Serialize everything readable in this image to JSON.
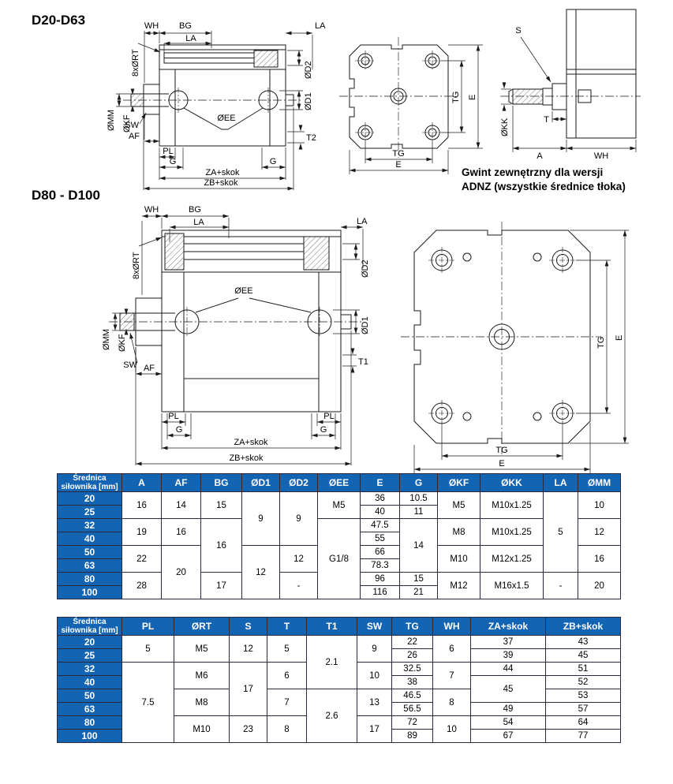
{
  "page": {
    "title_top": "D20-D63",
    "title_bottom": "D80 - D100",
    "note_line1": "Gwint zewnętrzny dla wersji",
    "note_line2": "ADNZ (wszystkie średnice tłoka)"
  },
  "colors": {
    "table_header": "#1464b4"
  },
  "labels": {
    "wh": "WH",
    "bg": "BG",
    "la": "LA",
    "rt": "8xØRT",
    "d2": "ØD2",
    "d1": "ØD1",
    "mm": "ØMM",
    "kf": "ØKF",
    "sw": "SW",
    "af": "AF",
    "ee": "ØEE",
    "t2": "T2",
    "t1": "T1",
    "pl": "PL",
    "g": "G",
    "za": "ZA+skok",
    "zb": "ZB+skok",
    "tg": "TG",
    "e": "E",
    "s": "S",
    "kk": "ØKK",
    "t": "T",
    "a": "A"
  },
  "table1": {
    "header": [
      "Średnica siłownika [mm]",
      "A",
      "AF",
      "BG",
      "ØD1",
      "ØD2",
      "ØEE",
      "E",
      "G",
      "ØKF",
      "ØKK",
      "LA",
      "ØMM"
    ],
    "rows": [
      [
        {
          "v": "20"
        },
        {
          "v": "16",
          "rs": 2
        },
        {
          "v": "14",
          "rs": 2
        },
        {
          "v": "15",
          "rs": 2
        },
        {
          "v": "9",
          "rs": 4
        },
        {
          "v": "9",
          "rs": 4
        },
        {
          "v": "M5",
          "rs": 2
        },
        {
          "v": "36"
        },
        {
          "v": "10.5"
        },
        {
          "v": "M5",
          "rs": 2
        },
        {
          "v": "M10x1.25",
          "rs": 2
        },
        {
          "v": "5",
          "rs": 6
        },
        {
          "v": "10",
          "rs": 2
        }
      ],
      [
        {
          "v": "25"
        },
        {
          "v": "40"
        },
        {
          "v": "11"
        }
      ],
      [
        {
          "v": "32"
        },
        {
          "v": "19",
          "rs": 2
        },
        {
          "v": "16",
          "rs": 2
        },
        {
          "v": "16",
          "rs": 4
        },
        {
          "v": "G1/8",
          "rs": 6
        },
        {
          "v": "47.5"
        },
        {
          "v": "14",
          "rs": 4
        },
        {
          "v": "M8",
          "rs": 2
        },
        {
          "v": "M10x1.25",
          "rs": 2
        },
        {
          "v": "12",
          "rs": 2
        }
      ],
      [
        {
          "v": "40"
        },
        {
          "v": "55"
        }
      ],
      [
        {
          "v": "50"
        },
        {
          "v": "22",
          "rs": 2
        },
        {
          "v": "20",
          "rs": 4
        },
        {
          "v": "12",
          "rs": 4
        },
        {
          "v": "12",
          "rs": 2
        },
        {
          "v": "66"
        },
        {
          "v": "M10",
          "rs": 2
        },
        {
          "v": "M12x1.25",
          "rs": 2
        },
        {
          "v": "16",
          "rs": 2
        }
      ],
      [
        {
          "v": "63"
        },
        {
          "v": "78.3"
        }
      ],
      [
        {
          "v": "80"
        },
        {
          "v": "28",
          "rs": 2
        },
        {
          "v": "17",
          "rs": 2
        },
        {
          "v": "-",
          "rs": 2
        },
        {
          "v": "96"
        },
        {
          "v": "15"
        },
        {
          "v": "M12",
          "rs": 2
        },
        {
          "v": "M16x1.5",
          "rs": 2
        },
        {
          "v": "-",
          "rs": 2
        },
        {
          "v": "20",
          "rs": 2
        }
      ],
      [
        {
          "v": "100"
        },
        {
          "v": "116"
        },
        {
          "v": "21"
        }
      ]
    ]
  },
  "table2": {
    "header": [
      "Średnica siłownika [mm]",
      "PL",
      "ØRT",
      "S",
      "T",
      "T1",
      "SW",
      "TG",
      "WH",
      "ZA+skok",
      "ZB+skok"
    ],
    "rows": [
      [
        {
          "v": "20"
        },
        {
          "v": "5",
          "rs": 2
        },
        {
          "v": "M5",
          "rs": 2
        },
        {
          "v": "12",
          "rs": 2
        },
        {
          "v": "5",
          "rs": 2
        },
        {
          "v": "2.1",
          "rs": 4
        },
        {
          "v": "9",
          "rs": 2
        },
        {
          "v": "22"
        },
        {
          "v": "6",
          "rs": 2
        },
        {
          "v": "37"
        },
        {
          "v": "43"
        }
      ],
      [
        {
          "v": "25"
        },
        {
          "v": "26"
        },
        {
          "v": "39"
        },
        {
          "v": "45"
        }
      ],
      [
        {
          "v": "32"
        },
        {
          "v": "7.5",
          "rs": 6
        },
        {
          "v": "M6",
          "rs": 2
        },
        {
          "v": "17",
          "rs": 4
        },
        {
          "v": "6",
          "rs": 2
        },
        {
          "v": "10",
          "rs": 2
        },
        {
          "v": "32.5"
        },
        {
          "v": "7",
          "rs": 2
        },
        {
          "v": "44"
        },
        {
          "v": "51"
        }
      ],
      [
        {
          "v": "40"
        },
        {
          "v": "38"
        },
        {
          "v": "45",
          "rs": 2
        },
        {
          "v": "52"
        }
      ],
      [
        {
          "v": "50"
        },
        {
          "v": "M8",
          "rs": 2
        },
        {
          "v": "7",
          "rs": 2
        },
        {
          "v": "2.6",
          "rs": 4
        },
        {
          "v": "13",
          "rs": 2
        },
        {
          "v": "46.5"
        },
        {
          "v": "8",
          "rs": 2
        },
        {
          "v": "53"
        }
      ],
      [
        {
          "v": "63"
        },
        {
          "v": "56.5"
        },
        {
          "v": "49"
        },
        {
          "v": "57"
        }
      ],
      [
        {
          "v": "80"
        },
        {
          "v": "M10",
          "rs": 2
        },
        {
          "v": "23",
          "rs": 2
        },
        {
          "v": "8",
          "rs": 2
        },
        {
          "v": "17",
          "rs": 2
        },
        {
          "v": "72"
        },
        {
          "v": "10",
          "rs": 2
        },
        {
          "v": "54"
        },
        {
          "v": "64"
        }
      ],
      [
        {
          "v": "100"
        },
        {
          "v": "89"
        },
        {
          "v": "67"
        },
        {
          "v": "77"
        }
      ]
    ]
  }
}
